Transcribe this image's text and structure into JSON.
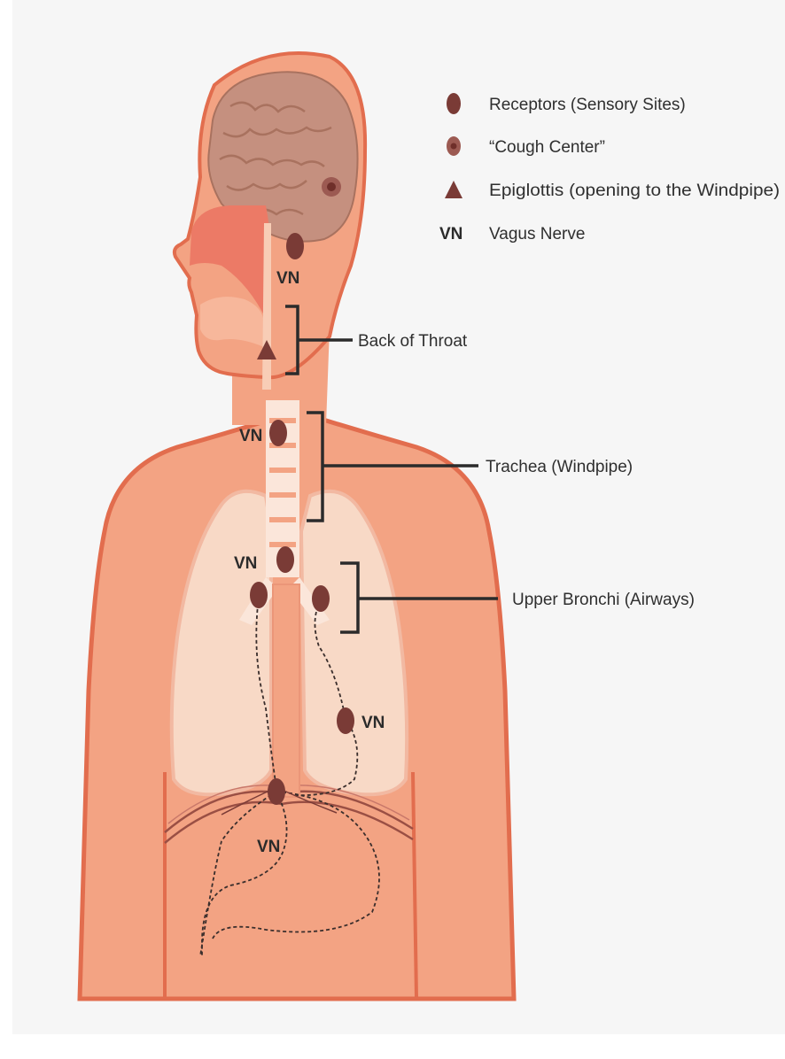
{
  "legend": {
    "receptors": "Receptors (Sensory Sites)",
    "cough_center": "“Cough Center”",
    "epiglottis": "Epiglottis (opening to the Windpipe)",
    "vn_abbrev": "VN",
    "vagus_nerve": "Vagus Nerve"
  },
  "labels": {
    "back_of_throat": "Back of Throat",
    "trachea": "Trachea (Windpipe)",
    "upper_bronchi": "Upper Bronchi (Airways)"
  },
  "vn_markers": [
    "VN",
    "VN",
    "VN",
    "VN",
    "VN"
  ],
  "colors": {
    "background": "#f6f6f6",
    "skin": "#f3a383",
    "skin_outline": "#e26d4e",
    "brain": "#c5907f",
    "nasal": "#ec7a66",
    "lung": "#f8d9c6",
    "receptor": "#7a3b36",
    "bracket": "#2b2b2b"
  }
}
